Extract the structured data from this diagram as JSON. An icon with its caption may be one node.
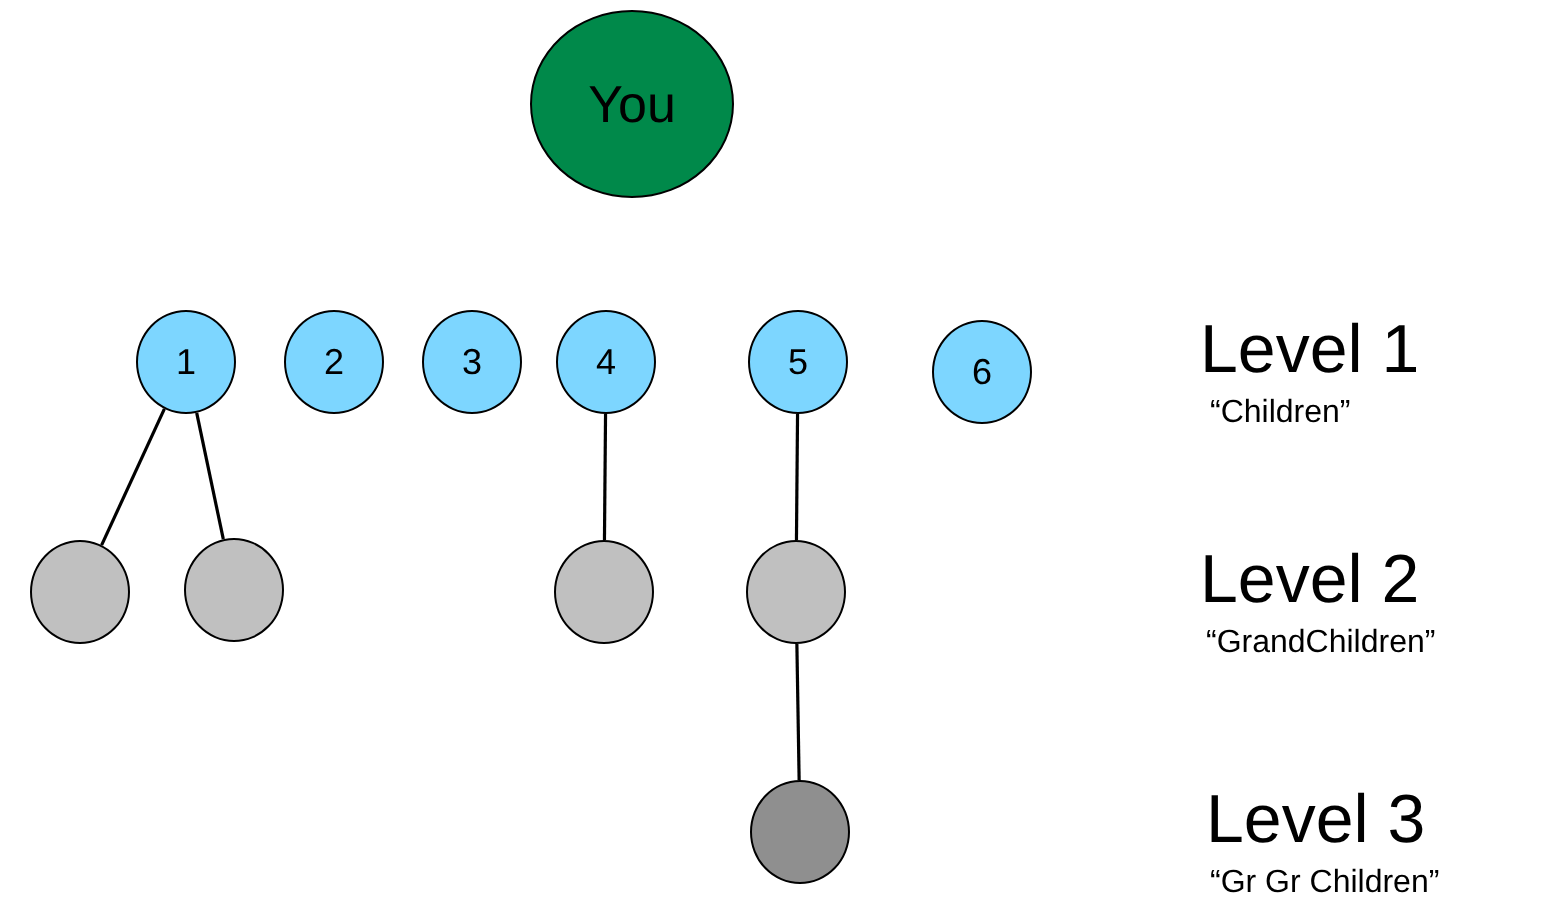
{
  "diagram": {
    "nodes": [
      {
        "text": [
          "You"
        ]
      },
      {
        "text": [
          "1"
        ]
      },
      {
        "text": [
          "2"
        ]
      },
      {
        "text": [
          "3"
        ]
      },
      {
        "text": [
          "4"
        ]
      },
      {
        "text": [
          "5"
        ]
      },
      {
        "text": [
          "6"
        ]
      },
      {
        "text": [],
        "shape": "circle"
      },
      {
        "text": [],
        "shape": "circle"
      },
      {
        "text": [],
        "shape": "circle"
      },
      {
        "text": [],
        "shape": "circle"
      },
      {
        "text": [],
        "shape": "circle"
      }
    ],
    "edges": [
      {
        "from": 1,
        "to": 7,
        "arrow": "none"
      },
      {
        "from": 1,
        "to": 8,
        "arrow": "none"
      },
      {
        "from": 4,
        "to": 9,
        "arrow": "none"
      },
      {
        "from": 5,
        "to": 10,
        "arrow": "none"
      },
      {
        "from": 10,
        "to": 11,
        "arrow": "none"
      }
    ],
    "labels": [
      "Level 1",
      "“Children”",
      "Level 2",
      "“GrandChildren”",
      "Level 3",
      "“Gr Gr Children”"
    ]
  }
}
